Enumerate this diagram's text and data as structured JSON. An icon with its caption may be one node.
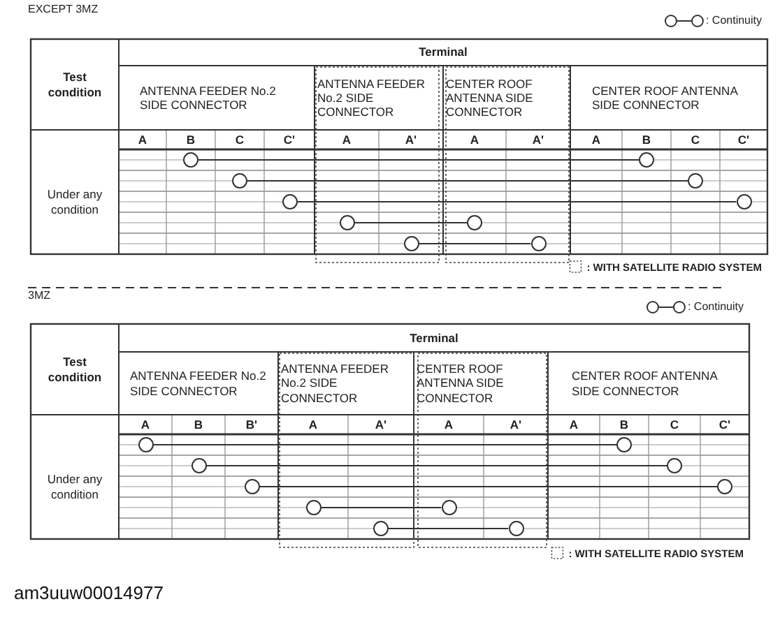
{
  "diagram": {
    "caption": "am3uuw00014977",
    "nodes": [
      {
        "text": [],
        "shape": "circle"
      },
      {
        "text": [],
        "shape": "circle"
      },
      {
        "text": [],
        "shape": "circle"
      },
      {
        "text": [],
        "shape": "circle"
      },
      {
        "text": [],
        "shape": "circle"
      },
      {
        "text": [],
        "shape": "circle"
      },
      {
        "text": [],
        "shape": "circle"
      },
      {
        "text": [],
        "shape": "circle"
      },
      {
        "text": [],
        "shape": "circle"
      },
      {
        "text": [],
        "shape": "circle"
      },
      {
        "text": [],
        "shape": "circle"
      },
      {
        "text": [],
        "shape": "circle"
      },
      {
        "text": [],
        "shape": "circle"
      },
      {
        "text": [],
        "shape": "circle"
      },
      {
        "text": [],
        "shape": "circle"
      },
      {
        "text": [],
        "shape": "circle"
      },
      {
        "text": [],
        "shape": "circle"
      },
      {
        "text": [],
        "shape": "circle"
      },
      {
        "text": [],
        "shape": "circle"
      },
      {
        "text": [],
        "shape": "circle"
      }
    ],
    "edges": [
      {
        "from": 0,
        "to": 1,
        "arrow": "none"
      },
      {
        "from": 2,
        "to": 3,
        "arrow": "none"
      },
      {
        "from": 4,
        "to": 5,
        "arrow": "none"
      },
      {
        "from": 6,
        "to": 7,
        "arrow": "none"
      },
      {
        "from": 8,
        "to": 9,
        "arrow": "none"
      },
      {
        "from": 10,
        "to": 11,
        "arrow": "none"
      },
      {
        "from": 12,
        "to": 13,
        "arrow": "none"
      },
      {
        "from": 14,
        "to": 15,
        "arrow": "none"
      },
      {
        "from": 16,
        "to": 17,
        "arrow": "none"
      },
      {
        "from": 18,
        "to": 19,
        "arrow": "none"
      }
    ],
    "labels": [
      "EXCEPT 3MZ",
      "Terminal",
      "Test condition",
      "ANTENNA FEEDER No.2 SIDE CONNECTOR",
      "ANTENNA FEEDER No.2 SIDE CONNECTOR",
      "CENTER ROOF ANTENNA SIDE CONNECTOR",
      "CENTER ROOF ANTENNA SIDE CONNECTOR",
      "A",
      "B",
      "C",
      "C'",
      "A",
      "A'",
      "A",
      "A'",
      "A",
      "B",
      "C",
      "C'",
      "Under any condition",
      "3MZ",
      "Terminal",
      "Test condition",
      "ANTENNA FEEDER No.2 SIDE CONNECTOR",
      "ANTENNA FEEDER No.2 SIDE CONNECTOR",
      "CENTER ROOF ANTENNA SIDE CONNECTOR",
      "CENTER ROOF ANTENNA SIDE CONNECTOR",
      "A",
      "B",
      "B'",
      "A",
      "A'",
      "A",
      "A'",
      "A",
      "B",
      "C",
      "C'",
      "Under any condition"
    ],
    "legend": [
      {
        "text": ": Continuity"
      },
      {
        "text": ": WITH SATELLITE RADIO SYSTEM"
      },
      {
        "text": ": Continuity"
      },
      {
        "text": ": WITH SATELLITE RADIO SYSTEM"
      }
    ]
  }
}
